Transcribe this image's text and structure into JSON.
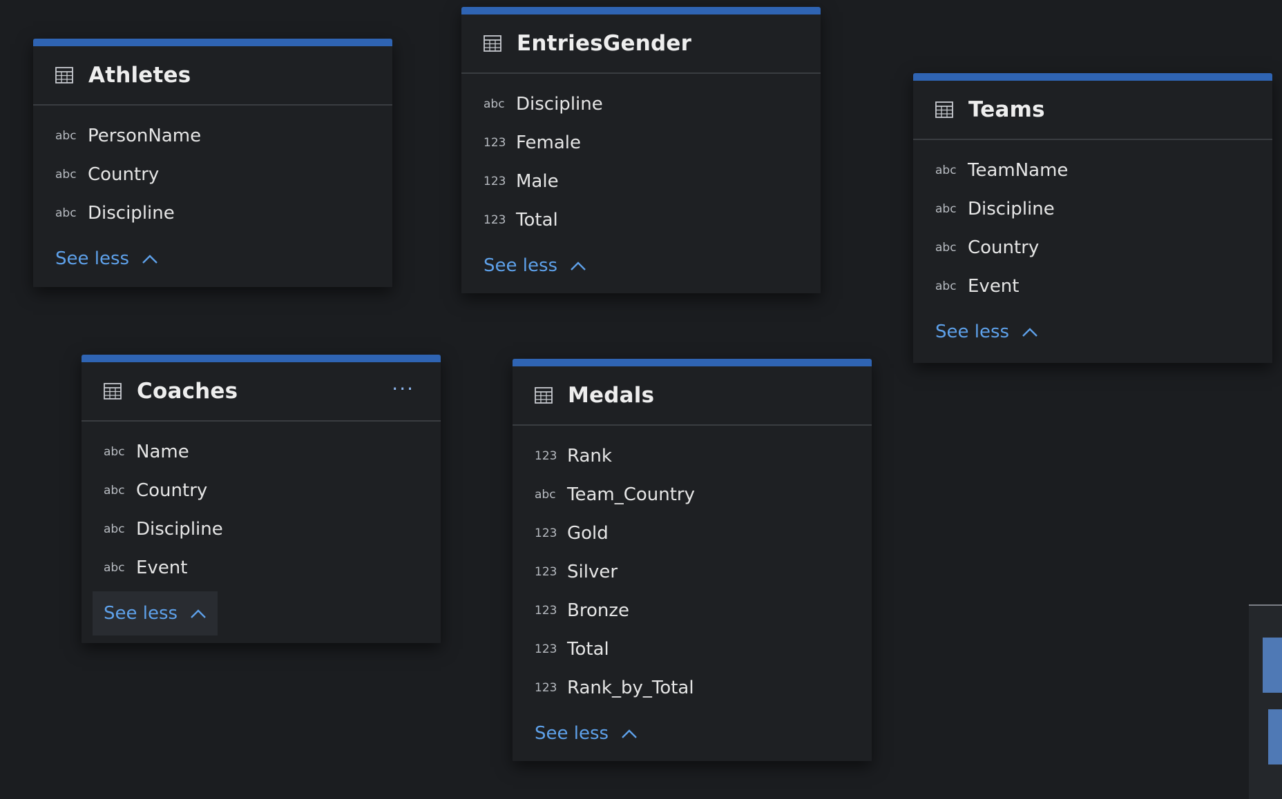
{
  "tables": {
    "athletes": {
      "title": "Athletes",
      "fields": [
        {
          "type": "abc",
          "name": "PersonName"
        },
        {
          "type": "abc",
          "name": "Country"
        },
        {
          "type": "abc",
          "name": "Discipline"
        }
      ],
      "toggle_label": "See less"
    },
    "entries": {
      "title": "EntriesGender",
      "fields": [
        {
          "type": "abc",
          "name": "Discipline"
        },
        {
          "type": "123",
          "name": "Female"
        },
        {
          "type": "123",
          "name": "Male"
        },
        {
          "type": "123",
          "name": "Total"
        }
      ],
      "toggle_label": "See less"
    },
    "teams": {
      "title": "Teams",
      "fields": [
        {
          "type": "abc",
          "name": "TeamName"
        },
        {
          "type": "abc",
          "name": "Discipline"
        },
        {
          "type": "abc",
          "name": "Country"
        },
        {
          "type": "abc",
          "name": "Event"
        }
      ],
      "toggle_label": "See less"
    },
    "coaches": {
      "title": "Coaches",
      "more_label": "···",
      "fields": [
        {
          "type": "abc",
          "name": "Name"
        },
        {
          "type": "abc",
          "name": "Country"
        },
        {
          "type": "abc",
          "name": "Discipline"
        },
        {
          "type": "abc",
          "name": "Event"
        }
      ],
      "toggle_label": "See less"
    },
    "medals": {
      "title": "Medals",
      "fields": [
        {
          "type": "123",
          "name": "Rank"
        },
        {
          "type": "abc",
          "name": "Team_Country"
        },
        {
          "type": "123",
          "name": "Gold"
        },
        {
          "type": "123",
          "name": "Silver"
        },
        {
          "type": "123",
          "name": "Bronze"
        },
        {
          "type": "123",
          "name": "Total"
        },
        {
          "type": "123",
          "name": "Rank_by_Total"
        }
      ],
      "toggle_label": "See less"
    }
  },
  "colors": {
    "background": "#1b1d20",
    "card": "#1e2023",
    "accent_bar": "#2f64b3",
    "link": "#5ea1ea"
  },
  "icons": {
    "table": "table-grid-icon",
    "collapse": "chevron-up-icon",
    "more": "more-options-icon"
  }
}
